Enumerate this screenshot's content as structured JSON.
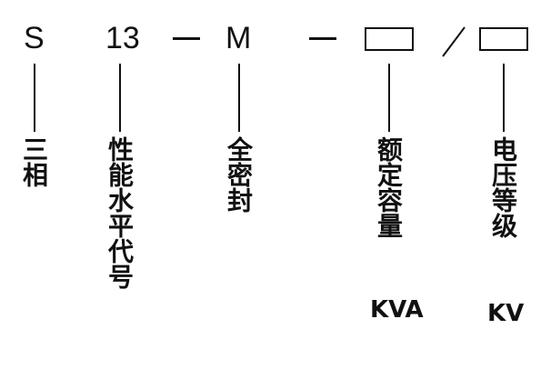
{
  "code_parts": {
    "series": "S",
    "performance": "13",
    "dash1": "—",
    "sealing": "M",
    "dash2": "—",
    "separator": "/"
  },
  "labels": {
    "phase": "三相",
    "performance": "性能水平代号",
    "sealing": "全密封",
    "capacity": "额定容量",
    "capacity_unit": "KVA",
    "voltage": "电压等级",
    "voltage_unit": "KV"
  },
  "colors": {
    "ink": "#111111",
    "background": "#ffffff"
  }
}
